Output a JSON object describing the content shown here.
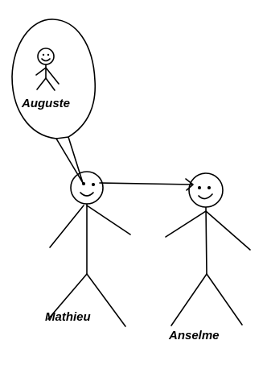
{
  "figures": {
    "thought": {
      "label": "Auguste"
    },
    "left": {
      "label": "Mathieu"
    },
    "right": {
      "label": "Anselme"
    }
  },
  "relations": [
    {
      "from": "Mathieu",
      "to": "Anselme",
      "kind": "gaze-arrow"
    },
    {
      "from": "Mathieu",
      "to": "Auguste",
      "kind": "thought-bubble"
    }
  ]
}
